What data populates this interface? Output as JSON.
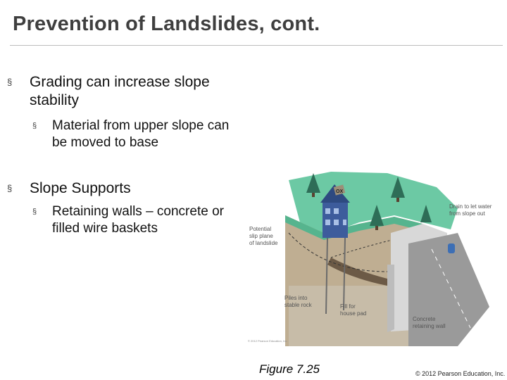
{
  "slide": {
    "title": "Prevention of Landslides, cont.",
    "bullets": [
      {
        "text": "Grading can increase slope stability",
        "sub": "Material from upper slope can be moved to base"
      },
      {
        "text": "Slope Supports",
        "sub": "Retaining walls – concrete or filled wire baskets"
      }
    ],
    "figure_caption": "Figure 7.25",
    "copyright": "© 2012 Pearson Education, Inc.",
    "bullet_marker": "§",
    "figure": {
      "labels": {
        "potential": [
          "Potential",
          "slip plane",
          "of landslide"
        ],
        "drain": [
          "Drain to let water",
          "from slope out"
        ],
        "piles": [
          "Piles into",
          "stable rock"
        ],
        "fill": [
          "Fill for",
          "house pad"
        ],
        "concrete": [
          "Concrete",
          "retaining wall"
        ],
        "house_sign": "OX",
        "small_credit": "© 2012 Pearson Education, Inc."
      }
    }
  }
}
